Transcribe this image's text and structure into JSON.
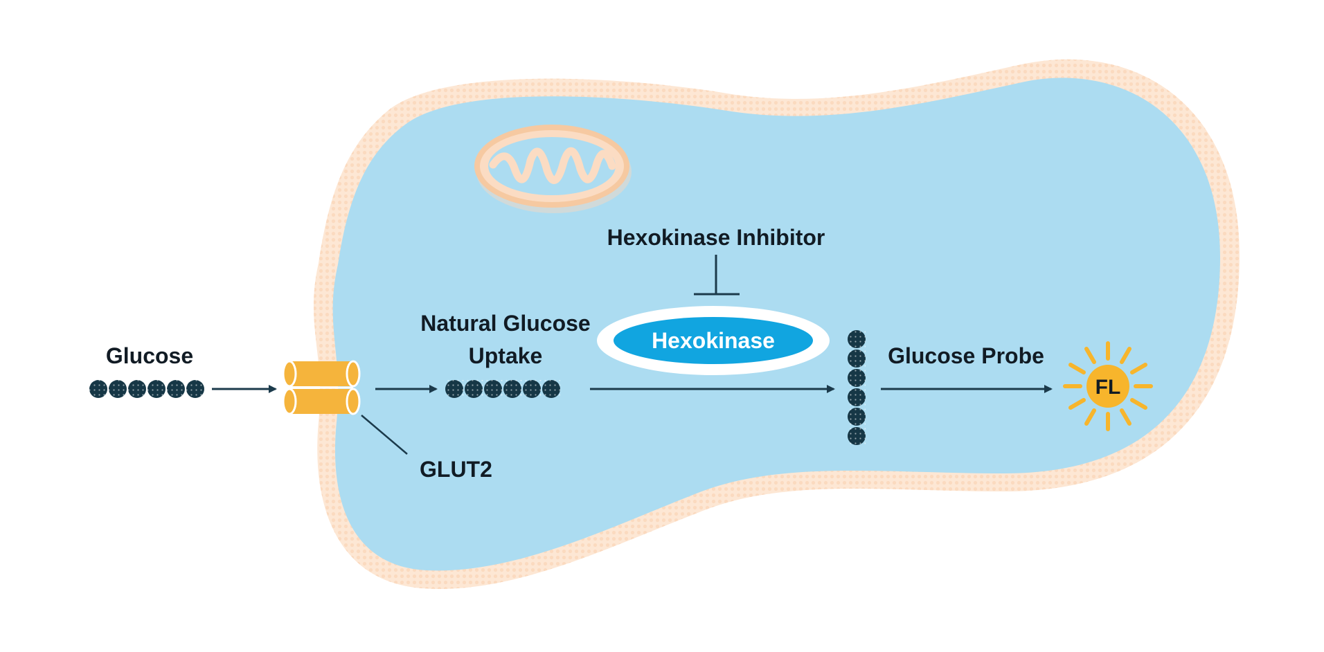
{
  "labels": {
    "glucose": "Glucose",
    "transporter": "GLUT2",
    "natural_uptake_line1": "Natural Glucose",
    "natural_uptake_line2": "Uptake",
    "inhibitor": "Hexokinase Inhibitor",
    "enzyme": "Hexokinase",
    "probe": "Glucose Probe",
    "fluorescence": "FL"
  },
  "icons": {
    "cell": "cell-membrane-icon",
    "mitochondrion": "mitochondrion-icon",
    "transporter": "glut2-transporter-icon",
    "fluorescence": "sun-fluorescence-icon"
  },
  "colors": {
    "cytoplasm": "#acdcf1",
    "membrane": "#fde7d4",
    "glucose_bead": "#163746",
    "arrow": "#1b3a4b",
    "transporter": "#f5b43c",
    "enzyme": "#11a5e0",
    "fluorescence": "#f7b52c",
    "mito_outer": "#f6c9a1",
    "text": "#111b24"
  }
}
